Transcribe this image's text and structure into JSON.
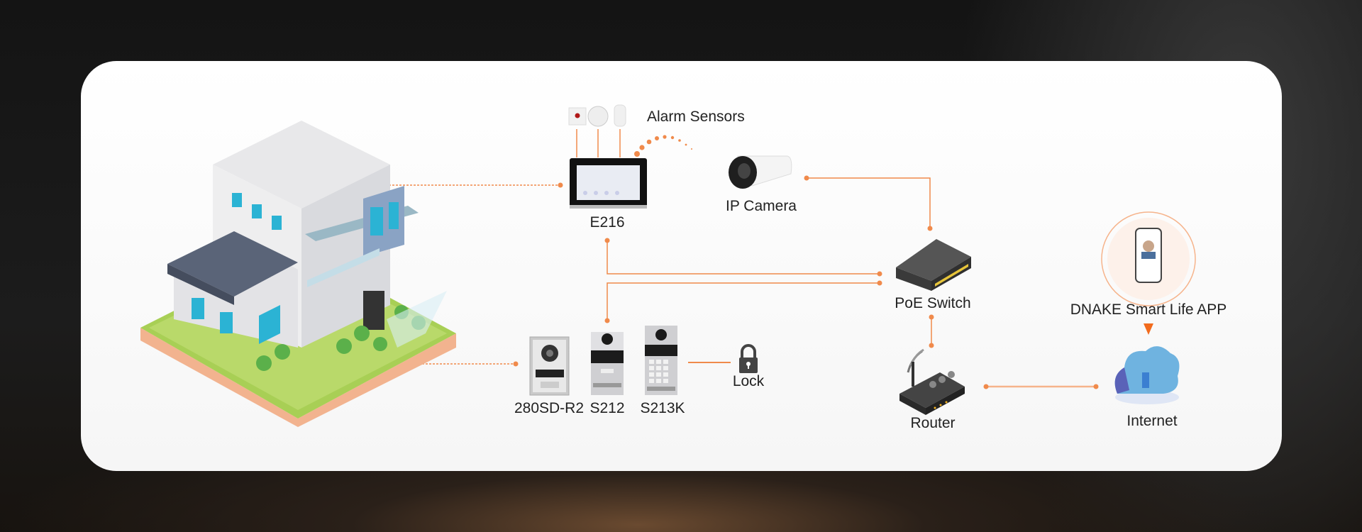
{
  "labels": {
    "alarm_sensors": "Alarm Sensors",
    "e216": "E216",
    "ip_camera": "IP Camera",
    "poe_switch": "PoE Switch",
    "app": "DNAKE Smart Life APP",
    "internet": "Internet",
    "router": "Router",
    "lock": "Lock",
    "panel_280sd": "280SD-R2",
    "panel_s212": "S212",
    "panel_s213k": "S213K"
  },
  "colors": {
    "connector": "#f08a4b",
    "accent": "#f26b1d"
  }
}
